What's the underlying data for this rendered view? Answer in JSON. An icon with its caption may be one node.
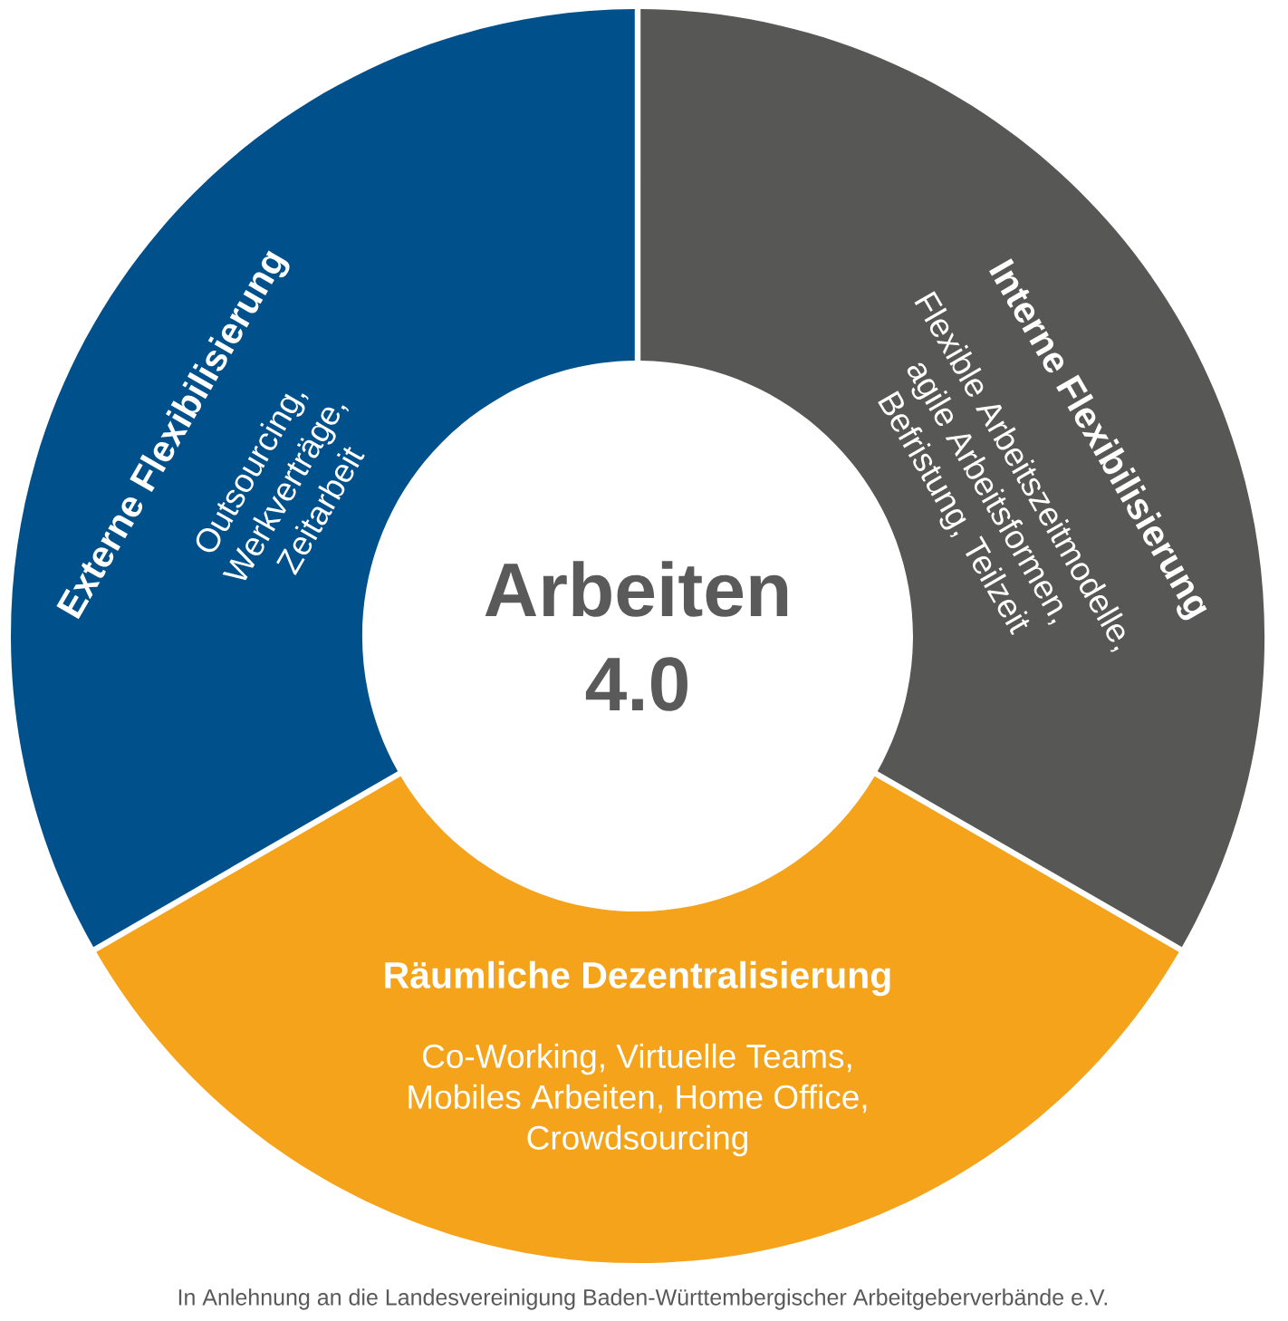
{
  "diagram": {
    "nodes": [
      {
        "text": [
          "Arbeiten 4.0"
        ]
      },
      {
        "text": [
          "Externe Flexibilisierung",
          "Outsourcing, Werkverträge, Zeitarbeit"
        ]
      },
      {
        "text": [
          "Interne Flexibilisierung",
          "Flexible Arbeitszeitmodelle, agile Arbeitsformen, Befristung, Teilzeit"
        ]
      },
      {
        "text": [
          "Räumliche Dezentralisierung",
          "Co-Working, Virtuelle Teams, Mobiles Arbeiten, Home Office, Crowdsourcing"
        ]
      }
    ],
    "caption": "In Anlehnung an die Landesvereinigung Baden-Württembergischer Arbeitgeberverbände e.V."
  }
}
